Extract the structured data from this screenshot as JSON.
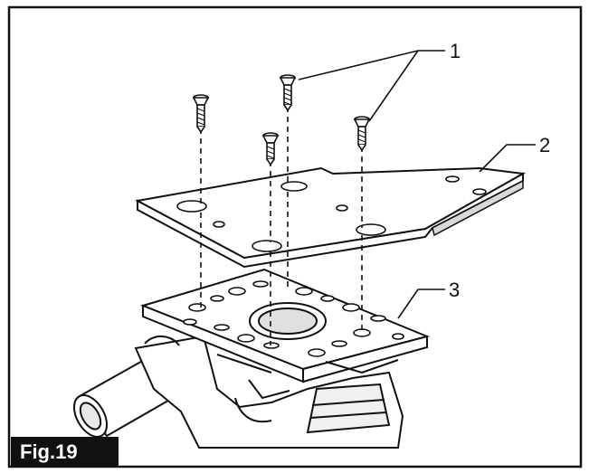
{
  "figure": {
    "label": "Fig.19"
  },
  "callouts": [
    {
      "id": "screws",
      "text": "1"
    },
    {
      "id": "pad",
      "text": "2"
    },
    {
      "id": "base",
      "text": "3"
    }
  ],
  "colors": {
    "ink": "#111111",
    "paper": "#ffffff",
    "shade": "#d9d9d9",
    "label_bg": "#111111",
    "label_text": "#ffffff"
  }
}
